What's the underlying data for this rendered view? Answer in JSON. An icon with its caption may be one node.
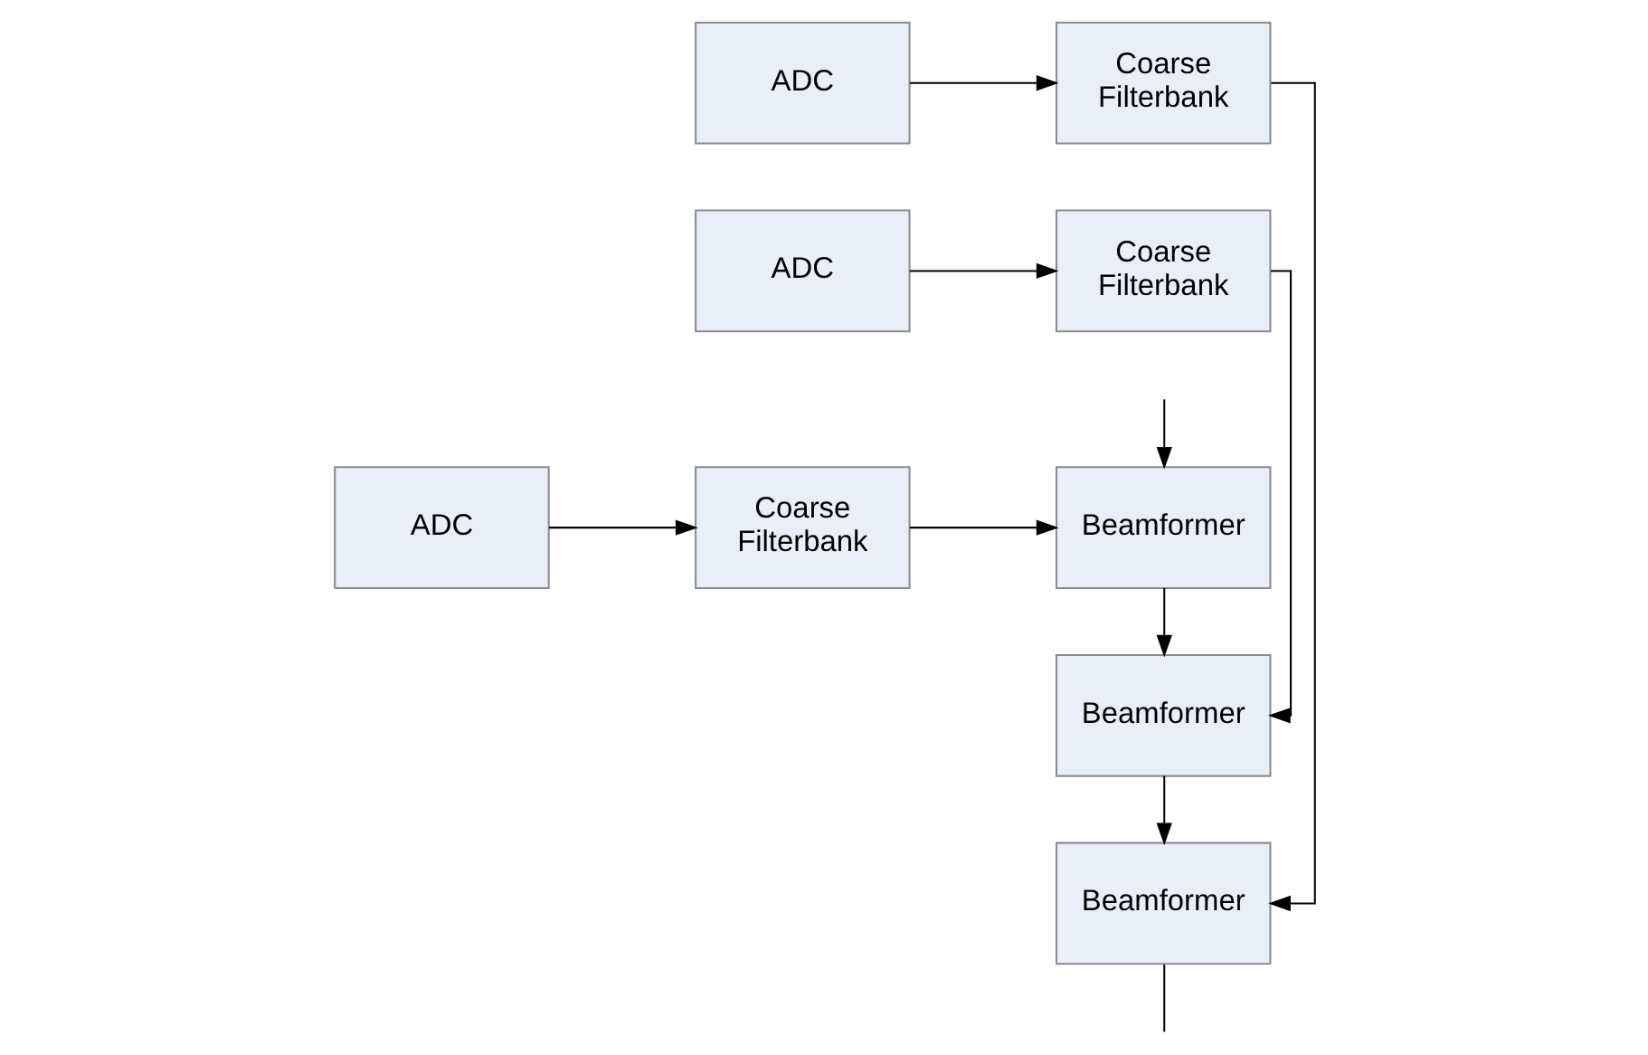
{
  "diagram": {
    "nodes": [
      {
        "text": [
          "ADC"
        ]
      },
      {
        "text": [
          "Coarse Filterbank"
        ]
      },
      {
        "text": [
          "Beamformer"
        ]
      },
      {
        "text": [
          "ADC"
        ]
      },
      {
        "text": [
          "Coarse Filterbank"
        ]
      },
      {
        "text": [
          "Beamformer"
        ]
      },
      {
        "text": [
          "ADC"
        ]
      },
      {
        "text": [
          "Coarse Filterbank"
        ]
      },
      {
        "text": [
          "Beamformer"
        ]
      }
    ],
    "edges": [
      {
        "from": 0,
        "to": 1,
        "arrow": "to"
      },
      {
        "from": 1,
        "to": 2,
        "arrow": "to"
      },
      {
        "from": 3,
        "to": 4,
        "arrow": "to"
      },
      {
        "from": 4,
        "to": 5,
        "arrow": "to"
      },
      {
        "from": 6,
        "to": 7,
        "arrow": "to"
      },
      {
        "from": 7,
        "to": 8,
        "arrow": "to"
      },
      {
        "from": 5,
        "to": 2,
        "arrow": "to"
      },
      {
        "from": 8,
        "to": 5,
        "arrow": "to"
      },
      {
        "from": null,
        "to": 8,
        "arrow": "to"
      },
      {
        "from": 2,
        "to": null,
        "arrow": "none"
      }
    ]
  }
}
